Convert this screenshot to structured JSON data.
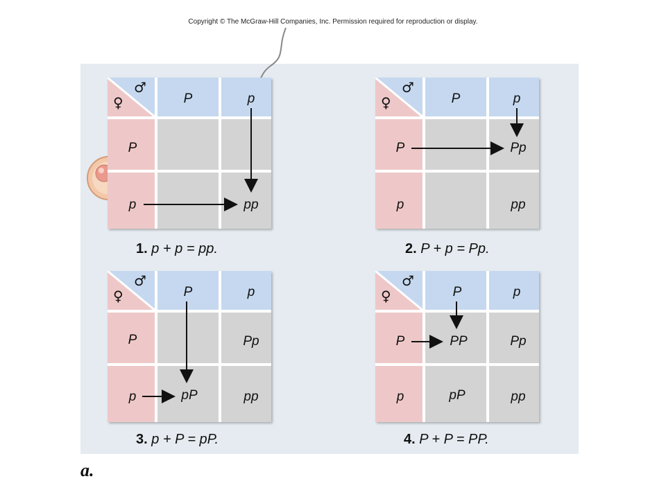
{
  "copyright": "Copyright © The McGraw-Hill Companies, Inc. Permission required for reproduction or display.",
  "figure_label": "a.",
  "symbols": {
    "male": "♂",
    "female": "♀"
  },
  "colors": {
    "male_header": "#c5d8ef",
    "female_header": "#eec8c8",
    "cell": "#d3d3d3",
    "panel": "#e5ebf0"
  },
  "squares": [
    {
      "cols": [
        "P",
        "p"
      ],
      "rows": [
        "P",
        "p"
      ],
      "cells": [
        "",
        "",
        "",
        "pp"
      ],
      "caption_num": "1.",
      "caption_eq": "p + p = pp."
    },
    {
      "cols": [
        "P",
        "p"
      ],
      "rows": [
        "P",
        "p"
      ],
      "cells": [
        "",
        "Pp",
        "",
        "pp"
      ],
      "caption_num": "2.",
      "caption_eq": "P + p = Pp."
    },
    {
      "cols": [
        "P",
        "p"
      ],
      "rows": [
        "P",
        "p"
      ],
      "cells": [
        "",
        "Pp",
        "pP",
        "pp"
      ],
      "caption_num": "3.",
      "caption_eq": "p + P = pP."
    },
    {
      "cols": [
        "P",
        "p"
      ],
      "rows": [
        "P",
        "p"
      ],
      "cells": [
        "PP",
        "Pp",
        "pP",
        "pp"
      ],
      "caption_num": "4.",
      "caption_eq": "P + P = PP."
    }
  ]
}
